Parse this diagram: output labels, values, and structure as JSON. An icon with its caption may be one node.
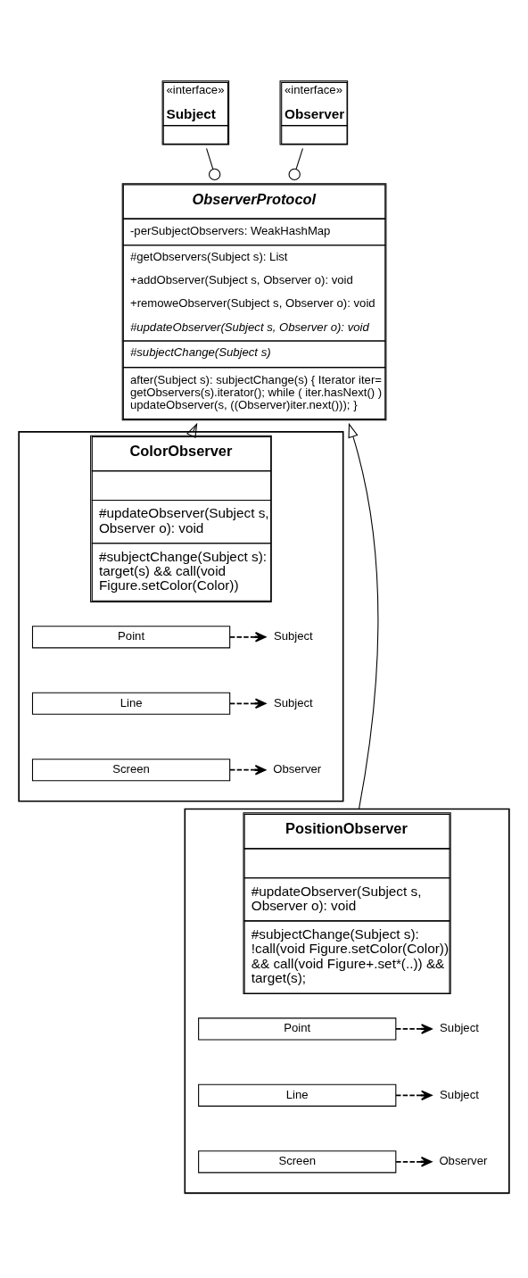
{
  "diagram": {
    "nodes": [
      {
        "text": [
          "«interface»",
          "Subject"
        ]
      },
      {
        "text": [
          "«interface»",
          "Observer"
        ]
      },
      {
        "text": [
          "ObserverProtocol",
          "-perSubjectObservers: WeakHashMap",
          "#getObservers(Subject s): List",
          "+addObserver(Subject s, Observer o): void",
          "+remoweObserver(Subject s, Observer o): void",
          "#updateObserver(Subject s, Observer o): void",
          "#subjectChange(Subject s)",
          "after(Subject s): subjectChange(s) { Iterator iter= getObservers(s).iterator(); while ( iter.hasNext() ) updateObserver(s, ((Observer)iter.next())); }"
        ]
      },
      {
        "text": [
          "ColorObserver",
          "#updateObserver(Subject s, Observer o): void",
          "#subjectChange(Subject s): target(s) && call(void Figure.setColor(Color))"
        ]
      },
      {
        "text": [
          "Point"
        ],
        "in": 3
      },
      {
        "text": [
          "Subject"
        ],
        "in": 3
      },
      {
        "text": [
          "Line"
        ],
        "in": 3
      },
      {
        "text": [
          "Subject"
        ],
        "in": 3
      },
      {
        "text": [
          "Screen"
        ],
        "in": 3
      },
      {
        "text": [
          "Observer"
        ],
        "in": 3
      },
      {
        "text": [
          "PositionObserver",
          "#updateObserver(Subject s, Observer o): void",
          "#subjectChange(Subject s): !call(void Figure.setColor(Color)) && call(void Figure+.set*(..)) && target(s);"
        ]
      },
      {
        "text": [
          "Point"
        ],
        "in": 10
      },
      {
        "text": [
          "Subject"
        ],
        "in": 10
      },
      {
        "text": [
          "Line"
        ],
        "in": 10
      },
      {
        "text": [
          "Subject"
        ],
        "in": 10
      },
      {
        "text": [
          "Screen"
        ],
        "in": 10
      },
      {
        "text": [
          "Observer"
        ],
        "in": 10
      }
    ],
    "edges": [
      {
        "from": 0,
        "to": 2,
        "arrow": "other"
      },
      {
        "from": 1,
        "to": 2,
        "arrow": "other"
      },
      {
        "from": 3,
        "to": 2,
        "arrow": "to"
      },
      {
        "from": 10,
        "to": 2,
        "arrow": "to"
      },
      {
        "from": 4,
        "to": 5,
        "arrow": "to",
        "style": "dashed"
      },
      {
        "from": 6,
        "to": 7,
        "arrow": "to",
        "style": "dashed"
      },
      {
        "from": 8,
        "to": 9,
        "arrow": "to",
        "style": "dashed"
      },
      {
        "from": 11,
        "to": 12,
        "arrow": "to",
        "style": "dashed"
      },
      {
        "from": 13,
        "to": 14,
        "arrow": "to",
        "style": "dashed"
      },
      {
        "from": 15,
        "to": 16,
        "arrow": "to",
        "style": "dashed"
      }
    ]
  }
}
